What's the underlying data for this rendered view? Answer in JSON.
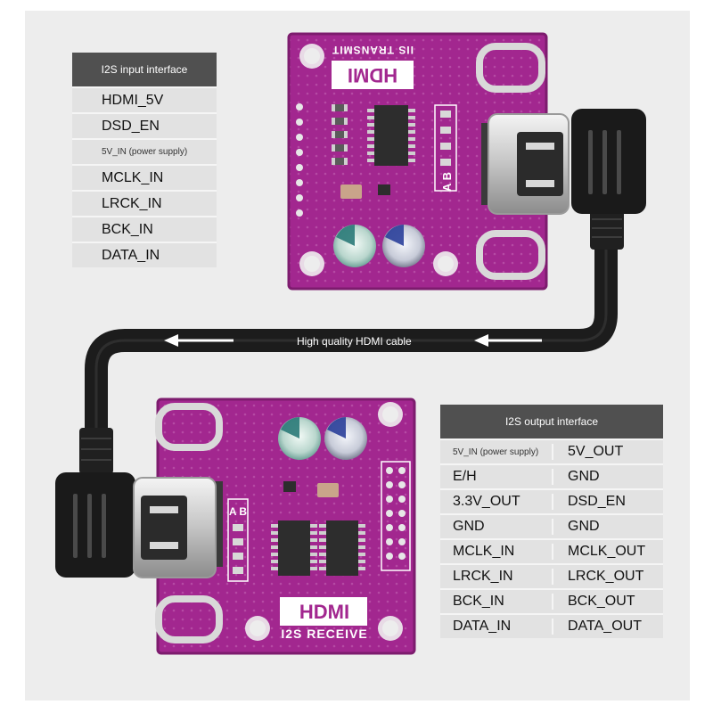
{
  "input_interface": {
    "title": "I2S input interface",
    "rows": [
      "HDMI_5V",
      "DSD_EN",
      "5V_IN (power supply)",
      "MCLK_IN",
      "LRCK_IN",
      "BCK_IN",
      "DATA_IN"
    ]
  },
  "output_interface": {
    "title": "I2S output interface",
    "rows": [
      {
        "left": "5V_IN (power supply)",
        "right": "5V_OUT"
      },
      {
        "left": "E/H",
        "right": "GND"
      },
      {
        "left": "3.3V_OUT",
        "right": "DSD_EN"
      },
      {
        "left": "GND",
        "right": "GND"
      },
      {
        "left": "MCLK_IN",
        "right": "MCLK_OUT"
      },
      {
        "left": "LRCK_IN",
        "right": "LRCK_OUT"
      },
      {
        "left": "BCK_IN",
        "right": "BCK_OUT"
      },
      {
        "left": "DATA_IN",
        "right": "DATA_OUT"
      }
    ]
  },
  "cable": {
    "label": "High quality HDMI cable"
  },
  "transmit_board": {
    "brand": "HDMI",
    "name": "IIS TRANSMIT",
    "port_labels": [
      "A",
      "B"
    ]
  },
  "receive_board": {
    "brand": "HDMI",
    "name": "I2S RECEIVE",
    "port_labels": [
      "A",
      "B"
    ]
  },
  "colors": {
    "pcb": "#a2278f",
    "pcb_dark": "#7d1c6e",
    "cable": "#1c1c1c",
    "table_head": "#505050",
    "table_row": "#e2e2e2"
  }
}
